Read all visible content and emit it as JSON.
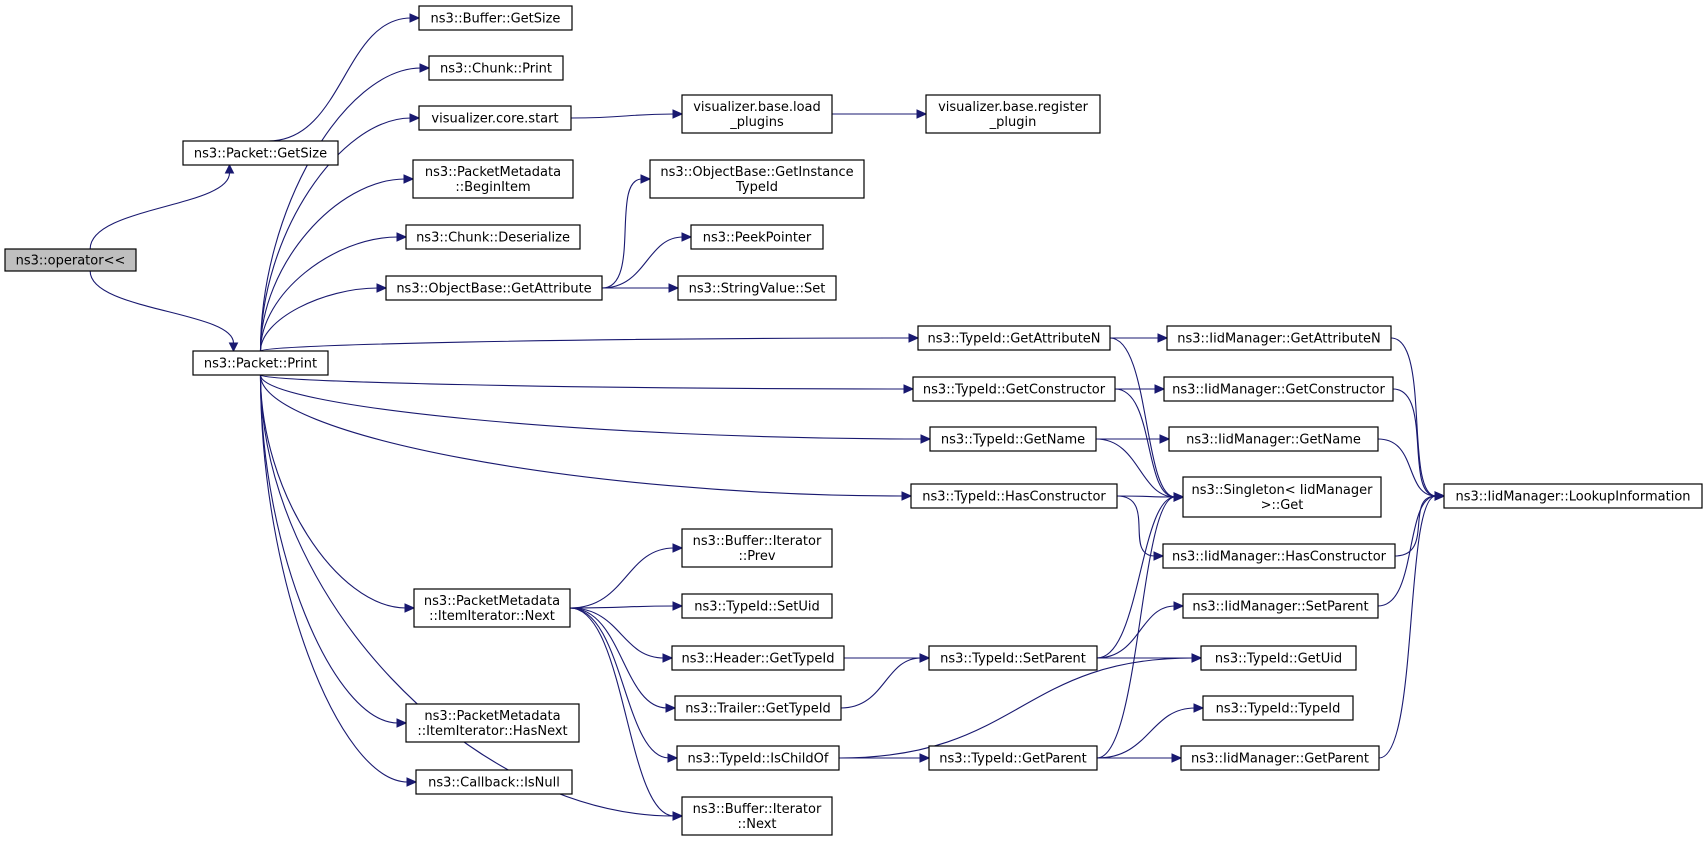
{
  "graph": {
    "nodes": [
      {
        "id": "operator",
        "lines": [
          "ns3::operator<<"
        ],
        "root": true,
        "interactable": true
      },
      {
        "id": "packet_getsize",
        "lines": [
          "ns3::Packet::GetSize"
        ]
      },
      {
        "id": "packet_print",
        "lines": [
          "ns3::Packet::Print"
        ]
      },
      {
        "id": "buffer_getsize",
        "lines": [
          "ns3::Buffer::GetSize"
        ]
      },
      {
        "id": "chunk_print",
        "lines": [
          "ns3::Chunk::Print"
        ]
      },
      {
        "id": "viz_core_start",
        "lines": [
          "visualizer.core.start"
        ]
      },
      {
        "id": "viz_load_plugins",
        "lines": [
          "visualizer.base.load",
          "_plugins"
        ]
      },
      {
        "id": "viz_register_plugin",
        "lines": [
          "visualizer.base.register",
          "_plugin"
        ]
      },
      {
        "id": "pm_beginitem",
        "lines": [
          "ns3::PacketMetadata",
          "::BeginItem"
        ]
      },
      {
        "id": "chunk_deserialize",
        "lines": [
          "ns3::Chunk::Deserialize"
        ]
      },
      {
        "id": "ob_getinstancetypeid",
        "lines": [
          "ns3::ObjectBase::GetInstance",
          "TypeId"
        ]
      },
      {
        "id": "peekpointer",
        "lines": [
          "ns3::PeekPointer"
        ]
      },
      {
        "id": "ob_getattribute",
        "lines": [
          "ns3::ObjectBase::GetAttribute"
        ]
      },
      {
        "id": "stringvalue_set",
        "lines": [
          "ns3::StringValue::Set"
        ]
      },
      {
        "id": "typeid_getattributen",
        "lines": [
          "ns3::TypeId::GetAttributeN"
        ]
      },
      {
        "id": "iid_getattributen",
        "lines": [
          "ns3::IidManager::GetAttributeN"
        ]
      },
      {
        "id": "typeid_getconstructor",
        "lines": [
          "ns3::TypeId::GetConstructor"
        ]
      },
      {
        "id": "iid_getconstructor",
        "lines": [
          "ns3::IidManager::GetConstructor"
        ]
      },
      {
        "id": "typeid_getname",
        "lines": [
          "ns3::TypeId::GetName"
        ]
      },
      {
        "id": "iid_getname",
        "lines": [
          "ns3::IidManager::GetName"
        ]
      },
      {
        "id": "typeid_hasconstructor",
        "lines": [
          "ns3::TypeId::HasConstructor"
        ]
      },
      {
        "id": "singleton_get",
        "lines": [
          "ns3::Singleton< IidManager",
          ">::Get"
        ]
      },
      {
        "id": "iid_lookupinformation",
        "lines": [
          "ns3::IidManager::LookupInformation"
        ]
      },
      {
        "id": "iid_hasconstructor",
        "lines": [
          "ns3::IidManager::HasConstructor"
        ]
      },
      {
        "id": "bufiter_prev",
        "lines": [
          "ns3::Buffer::Iterator",
          "::Prev"
        ]
      },
      {
        "id": "pm_itemiter_next",
        "lines": [
          "ns3::PacketMetadata",
          "::ItemIterator::Next"
        ]
      },
      {
        "id": "typeid_setuid",
        "lines": [
          "ns3::TypeId::SetUid"
        ]
      },
      {
        "id": "iid_setparent",
        "lines": [
          "ns3::IidManager::SetParent"
        ]
      },
      {
        "id": "header_gettypeid",
        "lines": [
          "ns3::Header::GetTypeId"
        ]
      },
      {
        "id": "typeid_setparent",
        "lines": [
          "ns3::TypeId::SetParent"
        ]
      },
      {
        "id": "typeid_getuid",
        "lines": [
          "ns3::TypeId::GetUid"
        ]
      },
      {
        "id": "trailer_gettypeid",
        "lines": [
          "ns3::Trailer::GetTypeId"
        ]
      },
      {
        "id": "pm_itemiter_hasnext",
        "lines": [
          "ns3::PacketMetadata",
          "::ItemIterator::HasNext"
        ]
      },
      {
        "id": "typeid_typeid",
        "lines": [
          "ns3::TypeId::TypeId"
        ]
      },
      {
        "id": "typeid_ischildof",
        "lines": [
          "ns3::TypeId::IsChildOf"
        ]
      },
      {
        "id": "typeid_getparent",
        "lines": [
          "ns3::TypeId::GetParent"
        ]
      },
      {
        "id": "iid_getparent",
        "lines": [
          "ns3::IidManager::GetParent"
        ]
      },
      {
        "id": "callback_isnull",
        "lines": [
          "ns3::Callback::IsNull"
        ]
      },
      {
        "id": "bufiter_next",
        "lines": [
          "ns3::Buffer::Iterator",
          "::Next"
        ]
      }
    ],
    "edges": [
      [
        "operator",
        "packet_getsize"
      ],
      [
        "operator",
        "packet_print"
      ],
      [
        "packet_getsize",
        "buffer_getsize"
      ],
      [
        "packet_print",
        "chunk_print"
      ],
      [
        "packet_print",
        "viz_core_start"
      ],
      [
        "packet_print",
        "pm_beginitem"
      ],
      [
        "packet_print",
        "chunk_deserialize"
      ],
      [
        "packet_print",
        "ob_getattribute"
      ],
      [
        "packet_print",
        "typeid_getattributen"
      ],
      [
        "packet_print",
        "typeid_getconstructor"
      ],
      [
        "packet_print",
        "typeid_getname"
      ],
      [
        "packet_print",
        "typeid_hasconstructor"
      ],
      [
        "packet_print",
        "pm_itemiter_next"
      ],
      [
        "packet_print",
        "pm_itemiter_hasnext"
      ],
      [
        "packet_print",
        "callback_isnull"
      ],
      [
        "packet_print",
        "bufiter_next"
      ],
      [
        "viz_core_start",
        "viz_load_plugins"
      ],
      [
        "viz_load_plugins",
        "viz_register_plugin"
      ],
      [
        "ob_getattribute",
        "ob_getinstancetypeid"
      ],
      [
        "ob_getattribute",
        "peekpointer"
      ],
      [
        "ob_getattribute",
        "stringvalue_set"
      ],
      [
        "typeid_getattributen",
        "iid_getattributen"
      ],
      [
        "typeid_getattributen",
        "singleton_get"
      ],
      [
        "typeid_getconstructor",
        "iid_getconstructor"
      ],
      [
        "typeid_getconstructor",
        "singleton_get"
      ],
      [
        "typeid_getname",
        "iid_getname"
      ],
      [
        "typeid_getname",
        "singleton_get"
      ],
      [
        "typeid_hasconstructor",
        "singleton_get"
      ],
      [
        "typeid_hasconstructor",
        "iid_hasconstructor"
      ],
      [
        "iid_getattributen",
        "iid_lookupinformation"
      ],
      [
        "iid_getconstructor",
        "iid_lookupinformation"
      ],
      [
        "iid_getname",
        "iid_lookupinformation"
      ],
      [
        "iid_hasconstructor",
        "iid_lookupinformation"
      ],
      [
        "iid_setparent",
        "iid_lookupinformation"
      ],
      [
        "iid_getparent",
        "iid_lookupinformation"
      ],
      [
        "pm_itemiter_next",
        "bufiter_prev"
      ],
      [
        "pm_itemiter_next",
        "typeid_setuid"
      ],
      [
        "pm_itemiter_next",
        "header_gettypeid"
      ],
      [
        "pm_itemiter_next",
        "trailer_gettypeid"
      ],
      [
        "pm_itemiter_next",
        "typeid_ischildof"
      ],
      [
        "pm_itemiter_next",
        "bufiter_next"
      ],
      [
        "header_gettypeid",
        "typeid_setparent"
      ],
      [
        "trailer_gettypeid",
        "typeid_setparent"
      ],
      [
        "typeid_setparent",
        "singleton_get"
      ],
      [
        "typeid_setparent",
        "iid_setparent"
      ],
      [
        "typeid_setparent",
        "typeid_getuid"
      ],
      [
        "typeid_ischildof",
        "typeid_getuid"
      ],
      [
        "typeid_ischildof",
        "typeid_getparent"
      ],
      [
        "typeid_getparent",
        "singleton_get"
      ],
      [
        "typeid_getparent",
        "typeid_typeid"
      ],
      [
        "typeid_getparent",
        "iid_getparent"
      ]
    ]
  }
}
